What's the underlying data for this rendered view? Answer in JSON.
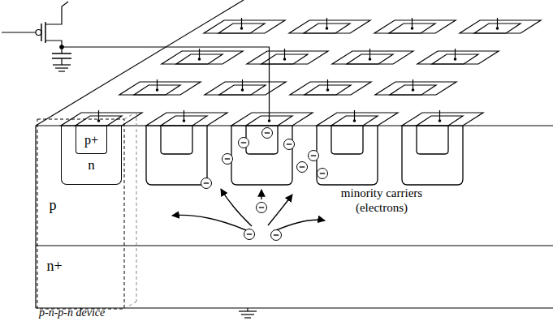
{
  "diagram": {
    "nodes": [
      {
        "text": [
          "n"
        ]
      },
      {
        "text": [
          "p+"
        ],
        "in": 0
      }
    ],
    "labels": [
      "p",
      "n+",
      "minority carriers (electrons)",
      "p-n-p-n device"
    ]
  }
}
